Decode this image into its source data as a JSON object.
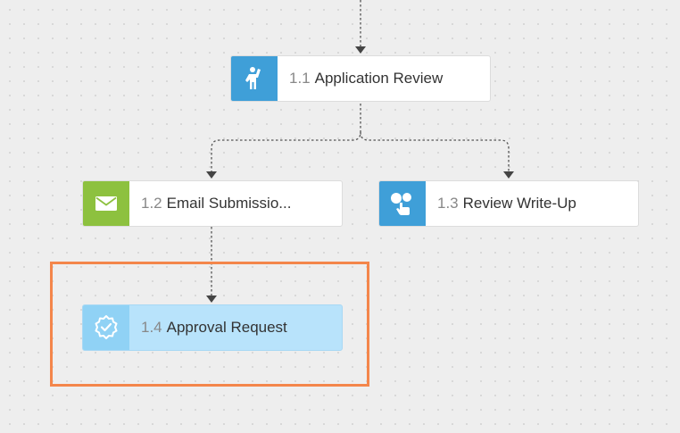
{
  "workflow": {
    "nodes": [
      {
        "id": "node-11",
        "number": "1.1",
        "title": "Application Review",
        "icon": "person-raising-hand-icon",
        "color": "#3f9fd8"
      },
      {
        "id": "node-12",
        "number": "1.2",
        "title": "Email Submissio...",
        "icon": "envelope-icon",
        "color": "#8dc13f"
      },
      {
        "id": "node-13",
        "number": "1.3",
        "title": "Review Write-Up",
        "icon": "hand-with-bubbles-icon",
        "color": "#3f9fd8"
      },
      {
        "id": "node-14",
        "number": "1.4",
        "title": "Approval Request",
        "icon": "badge-check-icon",
        "color": "#90d2f5",
        "selected": true
      }
    ],
    "selection_color": "#f4864b",
    "connector_color": "#555555"
  }
}
